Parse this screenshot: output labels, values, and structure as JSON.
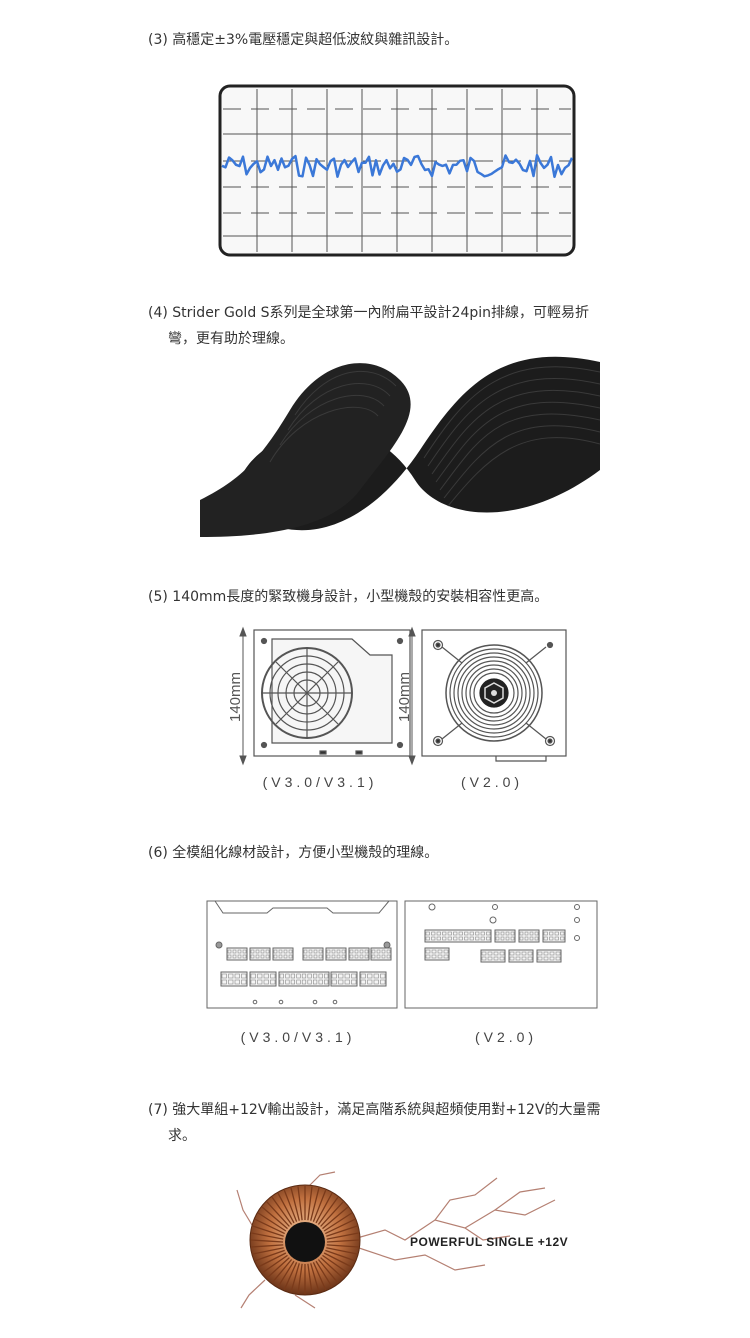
{
  "sections": [
    {
      "id": 3,
      "lines": [
        "(3) 高穩定±3%電壓穩定與超低波紋與雜訊設計。"
      ]
    },
    {
      "id": 4,
      "lines": [
        "(4) Strider Gold S系列是全球第一內附扁平設計24pin排線，可輕易折",
        "彎，更有助於理線。"
      ]
    },
    {
      "id": 5,
      "lines": [
        "(5) 140mm長度的緊致機身設計，小型機殼的安裝相容性更高。"
      ]
    },
    {
      "id": 6,
      "lines": [
        "(6) 全模組化線材設計，方便小型機殼的理線。"
      ]
    },
    {
      "id": 7,
      "lines": [
        "(7) 強大單組+12V輸出設計，滿足高階系統與超頻使用對+12V的大量需",
        "求。"
      ]
    }
  ],
  "psu_size": {
    "dimension_label": "140mm",
    "caption_v3": "(V3.0/V3.1)",
    "caption_v2": "(V2.0)"
  },
  "modular": {
    "caption_v3": "(V3.0/V3.1)",
    "caption_v2": "(V2.0)"
  },
  "toroid": {
    "label": "POWERFUL SINGLE +12V"
  },
  "colors": {
    "waveform": "#3b78d8",
    "cable": "#1c1c1c",
    "copper": "#b86a3c"
  },
  "icons": [
    "oscilloscope-waveform",
    "flat-cable",
    "psu-fan",
    "modular-panel",
    "copper-toroid"
  ]
}
